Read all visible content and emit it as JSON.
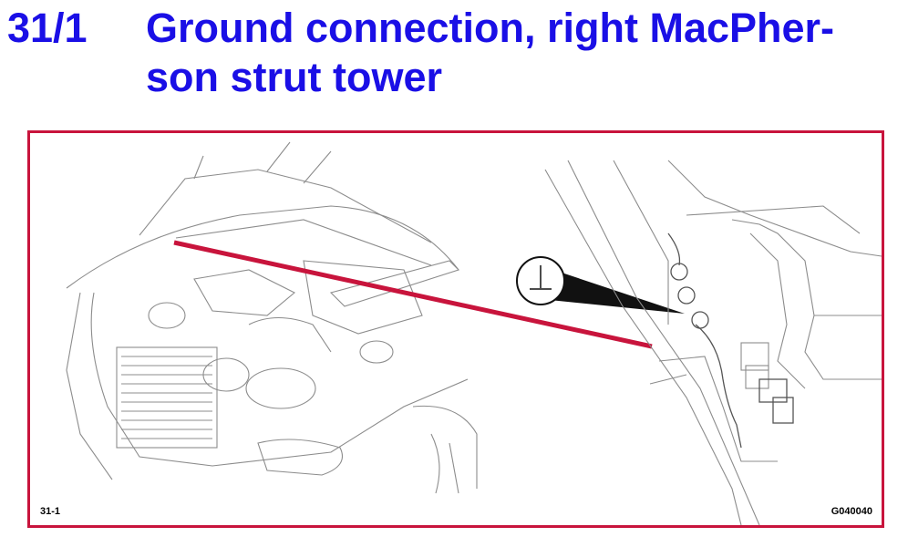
{
  "heading": {
    "number": "31/1",
    "title": "Ground connection, right MacPher-son strut tower"
  },
  "figure": {
    "label_left": "31-1",
    "label_right": "G040040",
    "ground_symbol": "⊥"
  },
  "colors": {
    "heading": "#1a0fe6",
    "frame_border": "#c8143c",
    "pointer_line": "#c8143c"
  }
}
